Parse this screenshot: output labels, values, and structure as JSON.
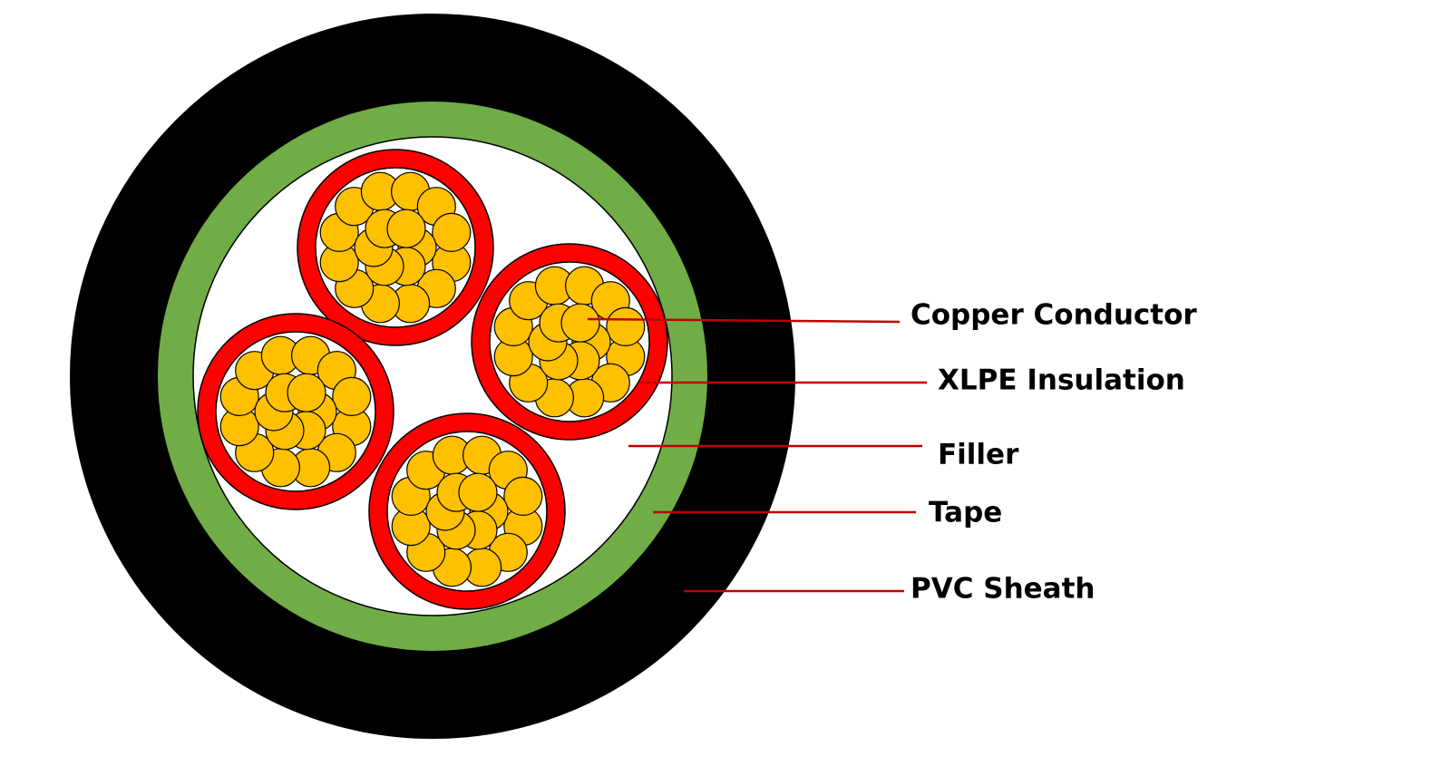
{
  "colors": {
    "background": "#ffffff",
    "sheath": "#000000",
    "tape": "#70ad47",
    "filler": "#ffffff",
    "insulation": "#ff0000",
    "conductor": "#ffc000",
    "outline": "#000000",
    "leader": "#c00000"
  },
  "labels": [
    {
      "id": "copper-conductor",
      "text": "Copper Conductor"
    },
    {
      "id": "xlpe-insulation",
      "text": "XLPE Insulation"
    },
    {
      "id": "filler",
      "text": "Filler"
    },
    {
      "id": "tape",
      "text": "Tape"
    },
    {
      "id": "pvc-sheath",
      "text": "PVC Sheath"
    }
  ]
}
